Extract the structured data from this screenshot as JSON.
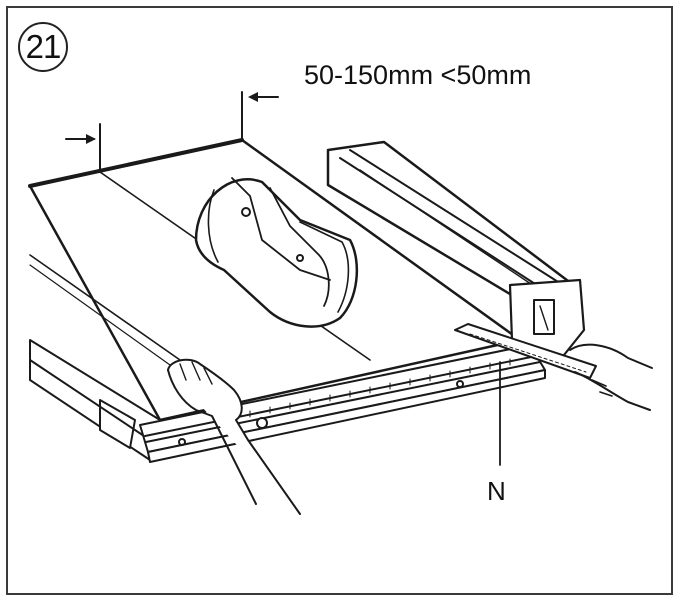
{
  "figure": {
    "step_number": "21",
    "dimension_label": "50-150mm <50mm",
    "callout_label": "N"
  },
  "colors": {
    "line": "#1a1a1a",
    "fill": "#ffffff",
    "shade": "#d8d8d8"
  },
  "icons": [
    "arrow-right-icon",
    "arrow-left-icon"
  ]
}
